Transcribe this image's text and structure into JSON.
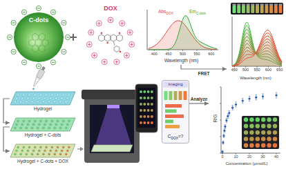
{
  "diagram": {
    "nodes": [
      {
        "text": [
          "C-dots"
        ]
      },
      {
        "text": [
          "DOX"
        ]
      },
      {
        "text": [
          "Wavelength (nm)"
        ]
      },
      {
        "text": [
          "Wavelength (nm)"
        ]
      },
      {
        "text": [
          "Hydrogel"
        ]
      },
      {
        "text": [
          "Hydrogel + C-dots"
        ]
      },
      {
        "text": [
          "Hydrogel + C-dots + DOX"
        ]
      },
      {
        "text": [
          "imaging",
          "C",
          "DOX",
          "=?"
        ]
      },
      {
        "text": [
          "R/G",
          "Concentration (μmol/L)"
        ]
      }
    ],
    "edges": [
      {
        "from": 2,
        "to": 3,
        "label": "FRET",
        "arrow": "to"
      },
      {
        "from": 4,
        "to": 5,
        "arrow": "to"
      },
      {
        "from": 5,
        "to": 6,
        "arrow": "to"
      },
      {
        "from": 7,
        "to": 8,
        "label": "Analyze",
        "arrow": "to"
      }
    ],
    "labels": [
      "Abs",
      "DOX",
      "Em",
      "C-dots",
      "400",
      "450",
      "500",
      "550",
      "600",
      "450",
      "500",
      "550",
      "600",
      "650",
      "0",
      "10",
      "20",
      "30",
      "40"
    ]
  }
}
